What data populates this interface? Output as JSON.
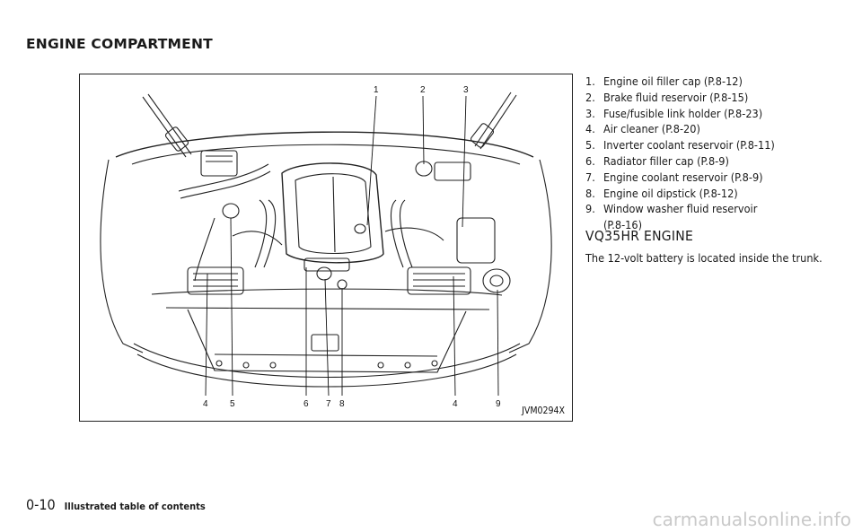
{
  "section_title": "ENGINE COMPARTMENT",
  "figure": {
    "code": "JVM0294X",
    "callouts_top": [
      "1",
      "2",
      "3"
    ],
    "callouts_bottom": [
      "4",
      "5",
      "6",
      "7",
      "8",
      "4",
      "9"
    ]
  },
  "components": [
    {
      "num": "1.",
      "text": "Engine oil filler cap (P.8-12)"
    },
    {
      "num": "2.",
      "text": "Brake fluid reservoir (P.8-15)"
    },
    {
      "num": "3.",
      "text": "Fuse/fusible link holder (P.8-23)"
    },
    {
      "num": "4.",
      "text": "Air cleaner (P.8-20)"
    },
    {
      "num": "5.",
      "text": "Inverter coolant reservoir (P.8-11)"
    },
    {
      "num": "6.",
      "text": "Radiator filler cap (P.8-9)"
    },
    {
      "num": "7.",
      "text": "Engine coolant reservoir (P.8-9)"
    },
    {
      "num": "8.",
      "text": "Engine oil dipstick (P.8-12)"
    },
    {
      "num": "9.",
      "text": "Window washer fluid reservoir",
      "cont": "(P.8-16)"
    }
  ],
  "engine_heading": "VQ35HR ENGINE",
  "engine_note": "The 12-volt battery is located inside the trunk.",
  "footer": {
    "page_number": "0-10",
    "title": "Illustrated table of contents"
  },
  "watermark": "carmanualsonline.info"
}
